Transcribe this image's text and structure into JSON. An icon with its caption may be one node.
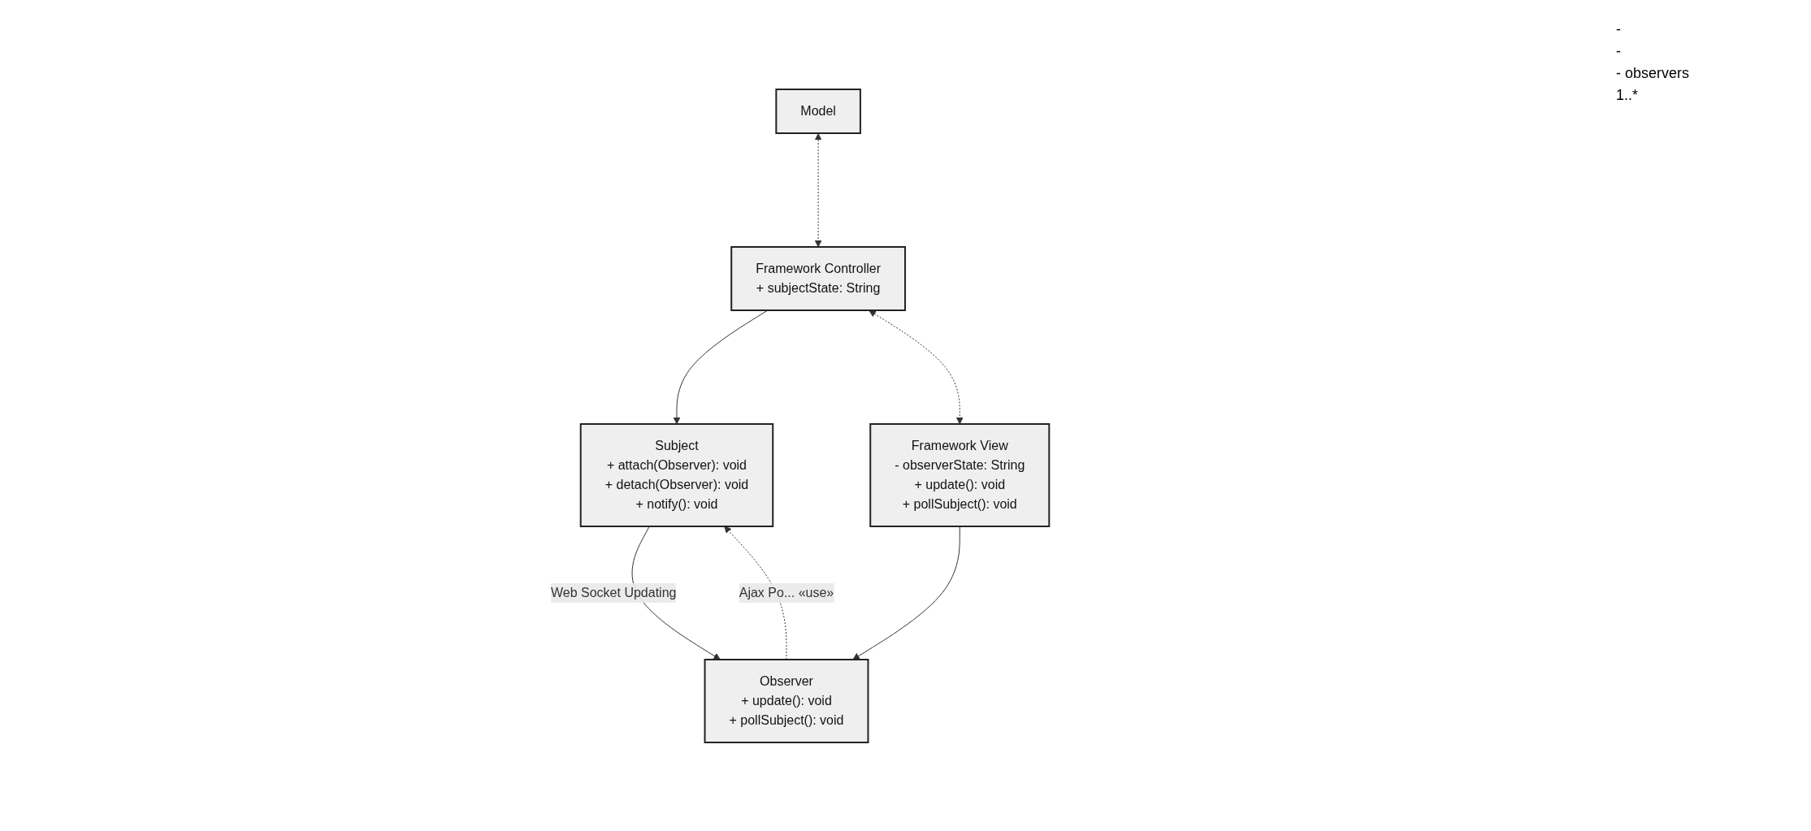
{
  "diagram": {
    "nodes": [
      {
        "text": [
          "Subject",
          "+ attach(Observer): void",
          "+ detach(Observer): void",
          "+ notify(): void"
        ]
      },
      {
        "text": [
          "Observer",
          "+ update(): void",
          "+ pollSubject(): void"
        ]
      },
      {
        "text": [
          "Model"
        ]
      },
      {
        "text": [
          "Framework Controller",
          "+ subjectState: String"
        ]
      },
      {
        "text": [
          "Framework View",
          "- observerState: String",
          "+ update(): void",
          "+ pollSubject(): void"
        ]
      }
    ],
    "edges": [
      {
        "from": 0,
        "to": 1,
        "arrow": "to",
        "label": "Web Socket Updating"
      },
      {
        "from": 1,
        "to": 0,
        "arrow": "to",
        "style": "dashed",
        "label": "Ajax Po... «use»"
      },
      {
        "from": 3,
        "to": 0,
        "arrow": "to"
      },
      {
        "from": 4,
        "to": 1,
        "arrow": "to"
      },
      {
        "from": 2,
        "to": 3,
        "arrow": "both",
        "style": "dashed"
      },
      {
        "from": 3,
        "to": 4,
        "arrow": "both",
        "style": "dashed"
      }
    ],
    "labels": [
      "-",
      "-",
      "- observers",
      "1..*"
    ]
  }
}
